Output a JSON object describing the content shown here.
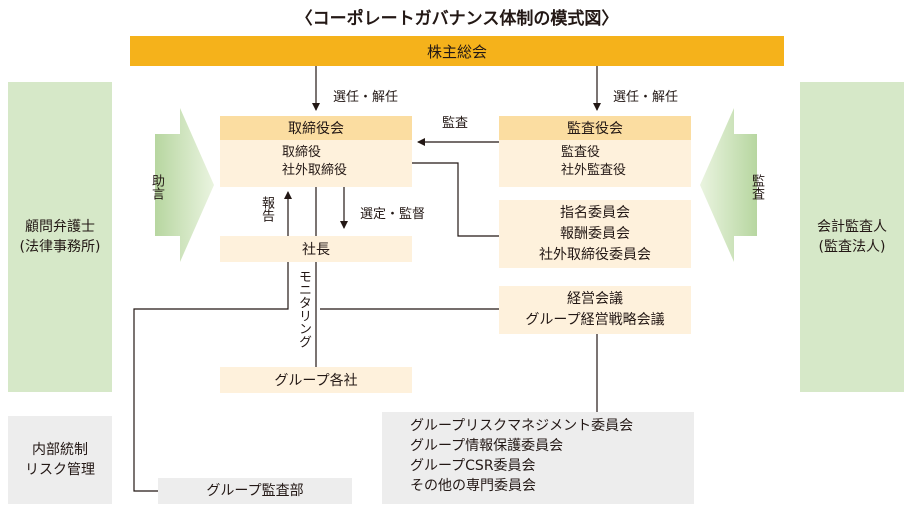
{
  "title": "〈コーポレートガバナンス体制の模式図〉",
  "shareholders": "株主総会",
  "left_panel": {
    "label": "顧問弁護士\n(法律事務所)",
    "arrow_text": "助言"
  },
  "right_panel": {
    "label": "会計監査人\n(監査法人)",
    "arrow_text": "監査"
  },
  "board": {
    "header": "取締役会",
    "members": [
      "取締役",
      "社外取締役"
    ]
  },
  "auditors": {
    "header": "監査役会",
    "members": [
      "監査役",
      "社外監査役"
    ]
  },
  "committees": [
    "指名委員会",
    "報酬委員会",
    "社外取締役委員会"
  ],
  "management": [
    "経営会議",
    "グループ経営戦略会議"
  ],
  "president": "社長",
  "group_companies": "グループ各社",
  "group_audit": "グループ監査部",
  "internal_control": "内部統制\nリスク管理",
  "group_committees": [
    "グループリスクマネジメント委員会",
    "グループ情報保護委員会",
    "グループCSR委員会",
    "その他の専門委員会"
  ],
  "labels": {
    "elect_left": "選任・解任",
    "elect_right": "選任・解任",
    "audit": "監査",
    "report": "報告",
    "supervise": "選定・監督",
    "monitoring": "モニタリング"
  },
  "colors": {
    "shareholders": "#f5b21b",
    "box_header": "#fbdda1",
    "box_body": "#fef1dc",
    "side_panel": "#d6e8c8",
    "grey_box": "#ededed",
    "line": "#231815"
  }
}
